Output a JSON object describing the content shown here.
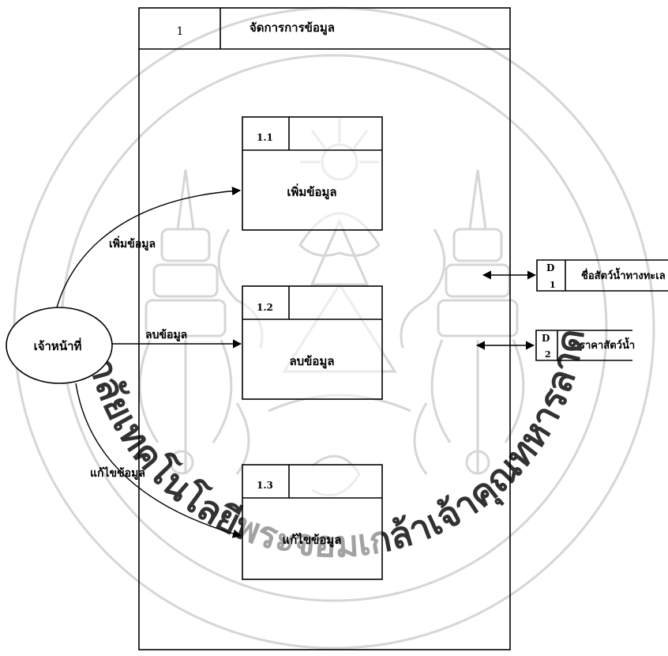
{
  "main_process": {
    "id": "1",
    "title": "จัดการการข้อมูล"
  },
  "subprocesses": [
    {
      "id": "1.1",
      "label": "เพิ่มข้อมูล"
    },
    {
      "id": "1.2",
      "label": "ลบข้อมูล"
    },
    {
      "id": "1.3",
      "label": "แก้ไขข้อมูล"
    }
  ],
  "external_entity": {
    "label": "เจ้าหน้าที่"
  },
  "flows": [
    {
      "label": "เพิ่มข้อมูล"
    },
    {
      "label": "ลบข้อมูล"
    },
    {
      "label": "แก้ไขข้อมูล"
    }
  ],
  "data_stores": [
    {
      "prefix": "D",
      "number": "1",
      "label": "ชื่อสัตว์น้ำทางทะเล"
    },
    {
      "prefix": "D",
      "number": "2",
      "label": "ราคาสัตว์น้ำ"
    }
  ],
  "watermark": {
    "text": "มหาวิทยาลัยเทคโนโลยีพระจอมเกล้าเจ้าคุณทหารลาดกระบัง",
    "color": "#c8c8c8"
  }
}
